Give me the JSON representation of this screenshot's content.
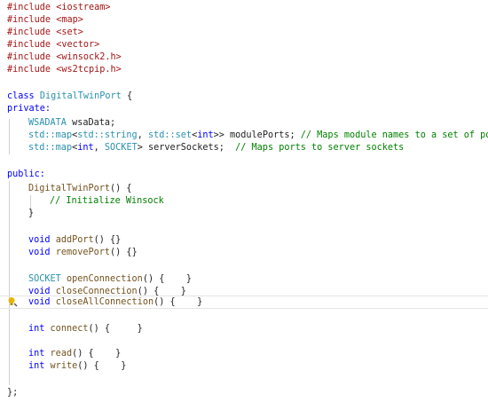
{
  "code": {
    "includes": [
      {
        "directive": "#include",
        "header": "<iostream>"
      },
      {
        "directive": "#include",
        "header": "<map>"
      },
      {
        "directive": "#include",
        "header": "<set>"
      },
      {
        "directive": "#include",
        "header": "<vector>"
      },
      {
        "directive": "#include",
        "header": "<winsock2.h>"
      },
      {
        "directive": "#include",
        "header": "<ws2tcpip.h>"
      }
    ],
    "class_kw": "class",
    "class_name": "DigitalTwinPort",
    "open_brace": " {",
    "private_label": "private:",
    "field1_type": "WSADATA",
    "field1_name": " wsaData;",
    "field2_std": "std::",
    "field2_map": "map",
    "field2_lt": "<",
    "field2_std2": "std::",
    "field2_string": "string",
    "field2_comma": ", ",
    "field2_std3": "std::",
    "field2_set": "set",
    "field2_lt2": "<",
    "field2_int": "int",
    "field2_gt": ">> ",
    "field2_name": "modulePorts",
    "field2_semi": "; ",
    "field2_comment": "// Maps module names to a set of ports",
    "field3_std": "std::",
    "field3_map": "map",
    "field3_lt": "<",
    "field3_int": "int",
    "field3_comma": ", ",
    "field3_socket": "SOCKET",
    "field3_gt": "> ",
    "field3_name": "serverSockets",
    "field3_semi": ";  ",
    "field3_comment": "// Maps ports to server sockets",
    "public_label": "public:",
    "ctor_name": "DigitalTwinPort",
    "ctor_rest": "() {",
    "ctor_comment": "// Initialize Winsock",
    "close_brace": "}",
    "m_void": "void",
    "m_add": "addPort",
    "m_add_rest": "() {}",
    "m_remove": "removePort",
    "m_remove_rest": "() {}",
    "m_socket": "SOCKET",
    "m_open": "openConnection",
    "m_open_rest": "() {    }",
    "m_close": "closeConnection",
    "m_close_rest": "() {    }",
    "m_closeall": "closeAllConnection",
    "m_closeall_rest": "() {    }",
    "m_int": "int",
    "m_connect": "connect",
    "m_connect_rest": "() {     }",
    "m_read": "read",
    "m_read_rest": "() {    }",
    "m_write": "write",
    "m_write_rest": "() {    }",
    "class_end": "};"
  },
  "colors": {
    "keyword": "#0000ff",
    "type": "#2b91af",
    "function": "#74531f",
    "comment": "#008000",
    "include_header": "#a31515"
  },
  "icons": {
    "lightbulb": "lightbulb-icon"
  }
}
